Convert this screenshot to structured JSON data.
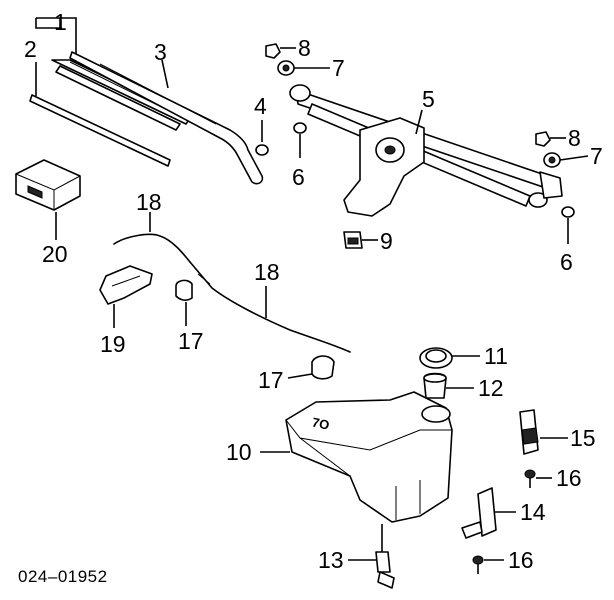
{
  "diagram_code": "024–01952",
  "callouts": [
    {
      "id": "c1",
      "text": "1"
    },
    {
      "id": "c2",
      "text": "2"
    },
    {
      "id": "c3",
      "text": "3"
    },
    {
      "id": "c4",
      "text": "4"
    },
    {
      "id": "c5",
      "text": "5"
    },
    {
      "id": "c6a",
      "text": "6"
    },
    {
      "id": "c6b",
      "text": "6"
    },
    {
      "id": "c7a",
      "text": "7"
    },
    {
      "id": "c7b",
      "text": "7"
    },
    {
      "id": "c8a",
      "text": "8"
    },
    {
      "id": "c8b",
      "text": "8"
    },
    {
      "id": "c9",
      "text": "9"
    },
    {
      "id": "c10",
      "text": "10"
    },
    {
      "id": "c11",
      "text": "11"
    },
    {
      "id": "c12",
      "text": "12"
    },
    {
      "id": "c13",
      "text": "13"
    },
    {
      "id": "c14",
      "text": "14"
    },
    {
      "id": "c15",
      "text": "15"
    },
    {
      "id": "c16a",
      "text": "16"
    },
    {
      "id": "c16b",
      "text": "16"
    },
    {
      "id": "c17a",
      "text": "17"
    },
    {
      "id": "c17b",
      "text": "17"
    },
    {
      "id": "c18a",
      "text": "18"
    },
    {
      "id": "c18b",
      "text": "18"
    },
    {
      "id": "c19",
      "text": "19"
    },
    {
      "id": "c20",
      "text": "20"
    }
  ]
}
